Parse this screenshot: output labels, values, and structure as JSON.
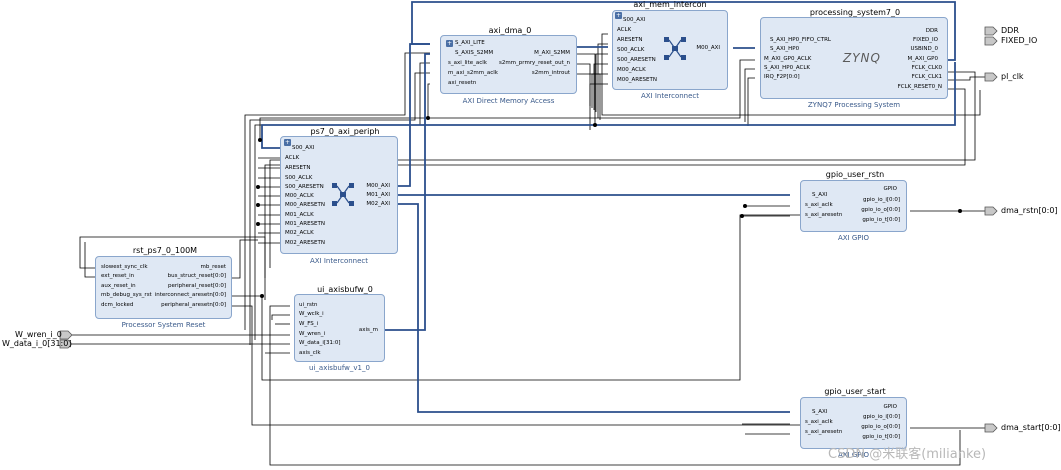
{
  "blocks": {
    "axi_dma": {
      "name": "axi_dma_0",
      "subtitle": "AXI Direct Memory Access",
      "left_pins": [
        "S_AXI_LITE",
        "S_AXIS_S2MM",
        "s_axi_lite_aclk",
        "m_axi_s2mm_aclk",
        "axi_resetn"
      ],
      "right_pins": [
        "M_AXI_S2MM",
        "s2mm_prmry_reset_out_n",
        "s2mm_introut"
      ]
    },
    "axi_mem_intercon": {
      "name": "axi_mem_intercon",
      "subtitle": "AXI Interconnect",
      "left_pins": [
        "S00_AXI",
        "ACLK",
        "ARESETN",
        "S00_ACLK",
        "S00_ARESETN",
        "M00_ACLK",
        "M00_ARESETN"
      ],
      "right_pins": [
        "M00_AXI"
      ]
    },
    "ps7": {
      "name": "processing_system7_0",
      "subtitle": "ZYNQ7 Processing System",
      "logo": "ZYNQ",
      "left_pins": [
        "S_AXI_HP0_FIFO_CTRL",
        "S_AXI_HP0",
        "M_AXI_GP0_ACLK",
        "S_AXI_HP0_ACLK",
        "IRQ_F2P[0:0]"
      ],
      "right_pins": [
        "DDR",
        "FIXED_IO",
        "USBIND_0",
        "M_AXI_GP0",
        "FCLK_CLK0",
        "FCLK_CLK1",
        "FCLK_RESET0_N"
      ]
    },
    "periph": {
      "name": "ps7_0_axi_periph",
      "subtitle": "AXI Interconnect",
      "left_pins": [
        "S00_AXI",
        "ACLK",
        "ARESETN",
        "S00_ACLK",
        "S00_ARESETN",
        "M00_ACLK",
        "M00_ARESETN",
        "M01_ACLK",
        "M01_ARESETN",
        "M02_ACLK",
        "M02_ARESETN"
      ],
      "right_pins": [
        "M00_AXI",
        "M01_AXI",
        "M02_AXI"
      ]
    },
    "rst": {
      "name": "rst_ps7_0_100M",
      "subtitle": "Processor System Reset",
      "left_pins": [
        "slowest_sync_clk",
        "ext_reset_in",
        "aux_reset_in",
        "mb_debug_sys_rst",
        "dcm_locked"
      ],
      "right_pins": [
        "mb_reset",
        "bus_struct_reset[0:0]",
        "peripheral_reset[0:0]",
        "interconnect_aresetn[0:0]",
        "peripheral_aresetn[0:0]"
      ]
    },
    "axisbufw": {
      "name": "ui_axisbufw_0",
      "subtitle": "ui_axisbufw_v1_0",
      "left_pins": [
        "ui_rstn",
        "W_wclk_i",
        "W_FS_i",
        "W_wren_i",
        "W_data_i[31:0]",
        "axis_clk"
      ],
      "right_pins": [
        "axis_m"
      ]
    },
    "gpio_rstn": {
      "name": "gpio_user_rstn",
      "subtitle": "AXI GPIO",
      "left_pins": [
        "S_AXI",
        "s_axi_aclk",
        "s_axi_aresetn"
      ],
      "right_pins": [
        "GPIO",
        "gpio_io_i[0:0]",
        "gpio_io_o[0:0]",
        "gpio_io_t[0:0]"
      ]
    },
    "gpio_start": {
      "name": "gpio_user_start",
      "subtitle": "AXI GPIO",
      "left_pins": [
        "S_AXI",
        "s_axi_aclk",
        "s_axi_aresetn"
      ],
      "right_pins": [
        "GPIO",
        "gpio_io_i[0:0]",
        "gpio_io_o[0:0]",
        "gpio_io_t[0:0]"
      ]
    }
  },
  "external_ports": {
    "ddr": "DDR",
    "fixed_io": "FIXED_IO",
    "pl_clk": "pl_clk",
    "dma_rstn": "dma_rstn[0:0]",
    "dma_start": "dma_start[0:0]",
    "w_wren": "W_wren_i_0",
    "w_data": "W_data_i_0[31:0]"
  },
  "watermark": "CSDN @米联客(milianke)",
  "colors": {
    "block_fill": "#dfe8f4",
    "block_border": "#8aa6cc",
    "wire": "#000000",
    "bus": "#2b4f8c",
    "port": "#c8c8c8"
  }
}
